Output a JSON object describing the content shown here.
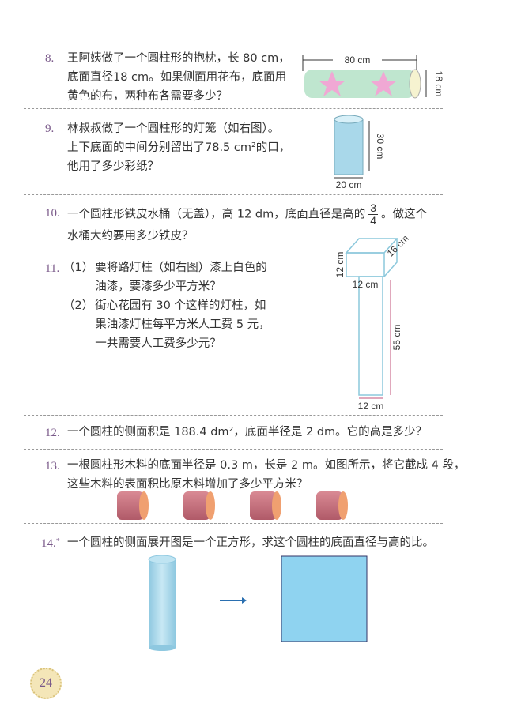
{
  "problems": [
    {
      "num": "8.",
      "lines": [
        "王阿姨做了一个圆柱形的抱枕，长 80 cm，",
        "底面直径18 cm。如果侧面用花布，底面用",
        "黄色的布，两种布各需要多少？"
      ],
      "figure": {
        "length": "80 cm",
        "diameter": "18 cm"
      }
    },
    {
      "num": "9.",
      "lines": [
        "林叔叔做了一个圆柱形的灯笼（如右图）。",
        "上下底面的中间分别留出了78.5 cm²的口，",
        "他用了多少彩纸？"
      ],
      "figure": {
        "height": "30 cm",
        "diameter": "20 cm"
      }
    },
    {
      "num": "10.",
      "line1_before": "一个圆柱形铁皮水桶（无盖），高 12 dm，底面直径是高的",
      "frac_num": "3",
      "frac_den": "4",
      "line1_after": "。做这个",
      "line2": "水桶大约要用多少铁皮？"
    },
    {
      "num": "11.",
      "parts": [
        {
          "label": "（1）",
          "lines": [
            "要将路灯柱（如右图）漆上白色的",
            "油漆，要漆多少平方米？"
          ]
        },
        {
          "label": "（2）",
          "lines": [
            "街心花园有 30 个这样的灯柱，如",
            "果油漆灯柱每平方米人工费 5 元，",
            "一共需要人工费多少元？"
          ]
        }
      ],
      "figure": {
        "box_height": "12 cm",
        "box_depth": "16 cm",
        "box_width": "12 cm",
        "pole_height": "55 cm",
        "pole_diameter": "12 cm"
      }
    },
    {
      "num": "12.",
      "lines": [
        "一个圆柱的侧面积是 188.4 dm²，底面半径是 2 dm。它的高是多少？"
      ]
    },
    {
      "num": "13.",
      "lines": [
        "一根圆柱形木料的底面半径是 0.3 m，长是 2 m。如图所示，将它截成 4 段，",
        "这些木料的表面积比原木料增加了多少平方米？"
      ]
    },
    {
      "num": "14.",
      "star": "*",
      "lines": [
        "一个圆柱的侧面展开图是一个正方形，求这个圆柱的底面直径与高的比。"
      ]
    }
  ],
  "page_number": "24",
  "colors": {
    "number": "#7a5a8a",
    "cyl_blue": "#a9d8ea",
    "square": "#8fd3f0",
    "wood": "#c86a78",
    "wood_end": "#f0a070"
  }
}
